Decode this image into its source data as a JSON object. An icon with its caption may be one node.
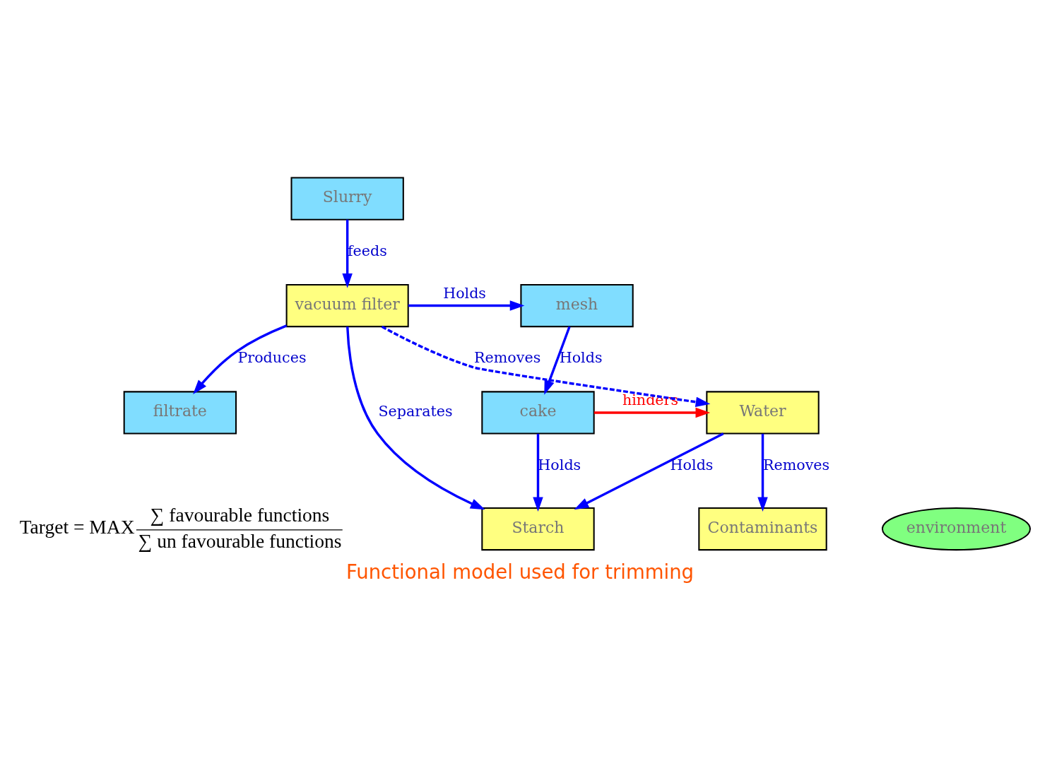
{
  "diagram": {
    "caption": "Functional model used for trimming",
    "nodes": [
      {
        "text": [
          "Starch"
        ]
      },
      {
        "text": [
          "Slurry"
        ]
      },
      {
        "text": [
          "environment"
        ]
      },
      {
        "text": [
          "Water"
        ]
      },
      {
        "text": [
          "cake"
        ]
      },
      {
        "text": [
          "Contaminants"
        ]
      },
      {
        "text": [
          "vacuum filter"
        ]
      },
      {
        "text": [
          "mesh"
        ]
      },
      {
        "text": [
          "filtrate"
        ]
      }
    ],
    "edges": [
      {
        "from": 1,
        "to": 6,
        "arrow": "to",
        "label": "feeds"
      },
      {
        "from": 6,
        "to": 0,
        "arrow": "to",
        "label": "Separates"
      },
      {
        "from": 3,
        "to": 0,
        "arrow": "to",
        "label": "Holds"
      },
      {
        "from": 4,
        "to": 0,
        "arrow": "to",
        "label": "Holds"
      },
      {
        "from": 4,
        "to": 3,
        "arrow": "to",
        "label": "hinders",
        "color": "#ff0000"
      },
      {
        "from": 3,
        "to": 5,
        "arrow": "to",
        "label": "Removes"
      },
      {
        "from": 6,
        "to": 3,
        "arrow": "to",
        "label": "Removes",
        "style": "dashed"
      },
      {
        "from": 6,
        "to": 7,
        "arrow": "to",
        "label": "Holds"
      },
      {
        "from": 7,
        "to": 4,
        "arrow": "to",
        "label": "Holds"
      },
      {
        "from": 6,
        "to": 8,
        "arrow": "to",
        "label": "Produces"
      }
    ],
    "labels": [
      "Target = MAX",
      "∑ favourable functions",
      "∑ un favourable functions"
    ]
  }
}
